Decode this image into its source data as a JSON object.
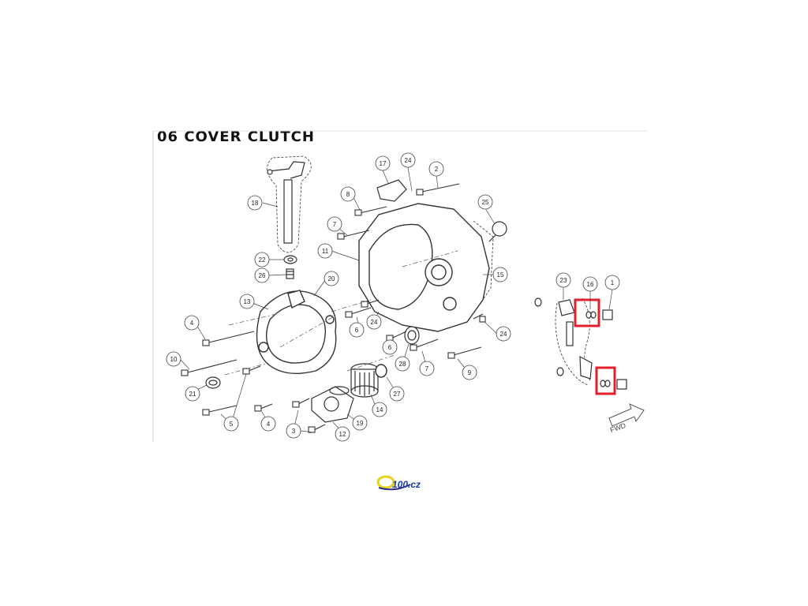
{
  "title": "06 COVER CLUTCH",
  "direction_label": "FWD",
  "logo_text": "100.cz",
  "highlight_color": "#e0202a",
  "line_color": "#333333",
  "callouts": [
    {
      "id": "c18",
      "label": "18"
    },
    {
      "id": "c8",
      "label": "8"
    },
    {
      "id": "c17",
      "label": "17"
    },
    {
      "id": "c24a",
      "label": "24"
    },
    {
      "id": "c2",
      "label": "2"
    },
    {
      "id": "c25",
      "label": "25"
    },
    {
      "id": "c7a",
      "label": "7"
    },
    {
      "id": "c11",
      "label": "11"
    },
    {
      "id": "c22",
      "label": "22"
    },
    {
      "id": "c26",
      "label": "26"
    },
    {
      "id": "c20",
      "label": "20"
    },
    {
      "id": "c15",
      "label": "15"
    },
    {
      "id": "c13",
      "label": "13"
    },
    {
      "id": "c4a",
      "label": "4"
    },
    {
      "id": "c6a",
      "label": "6"
    },
    {
      "id": "c24b",
      "label": "24"
    },
    {
      "id": "c24c",
      "label": "24"
    },
    {
      "id": "c6b",
      "label": "6"
    },
    {
      "id": "c10",
      "label": "10"
    },
    {
      "id": "c28",
      "label": "28"
    },
    {
      "id": "c7b",
      "label": "7"
    },
    {
      "id": "c9",
      "label": "9"
    },
    {
      "id": "c21",
      "label": "21"
    },
    {
      "id": "c27",
      "label": "27"
    },
    {
      "id": "c14",
      "label": "14"
    },
    {
      "id": "c5",
      "label": "5"
    },
    {
      "id": "c4b",
      "label": "4"
    },
    {
      "id": "c3",
      "label": "3"
    },
    {
      "id": "c12",
      "label": "12"
    },
    {
      "id": "c19",
      "label": "19"
    },
    {
      "id": "c23",
      "label": "23"
    },
    {
      "id": "c16",
      "label": "16"
    },
    {
      "id": "c1",
      "label": "1"
    }
  ]
}
